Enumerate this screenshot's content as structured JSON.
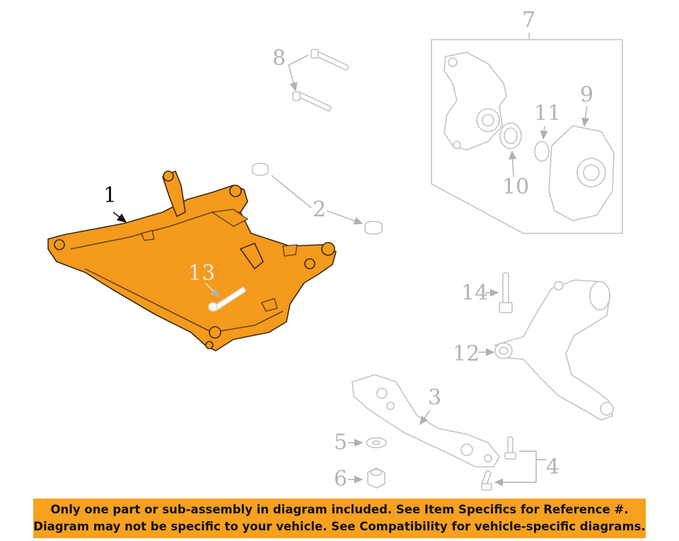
{
  "colors": {
    "highlight": "#f7a11f",
    "highlight_fill": "#f49a1c",
    "outline": "#3a2a10",
    "ghost": "#c0c0c0",
    "callout_text": "#b3b3b3",
    "banner_bg": "#f7a11f",
    "banner_text": "#111111"
  },
  "callouts": {
    "c1": "1",
    "c2": "2",
    "c3": "3",
    "c4": "4",
    "c5": "5",
    "c6": "6",
    "c7": "7",
    "c8": "8",
    "c9": "9",
    "c10": "10",
    "c11": "11",
    "c12": "12",
    "c13": "13",
    "c14": "14"
  },
  "banner": {
    "line1": "Only one part or sub-assembly in diagram included. See Item Specifics for Reference #.",
    "line2": "Diagram may not be specific to your vehicle. See Compatibility for vehicle-specific diagrams."
  }
}
